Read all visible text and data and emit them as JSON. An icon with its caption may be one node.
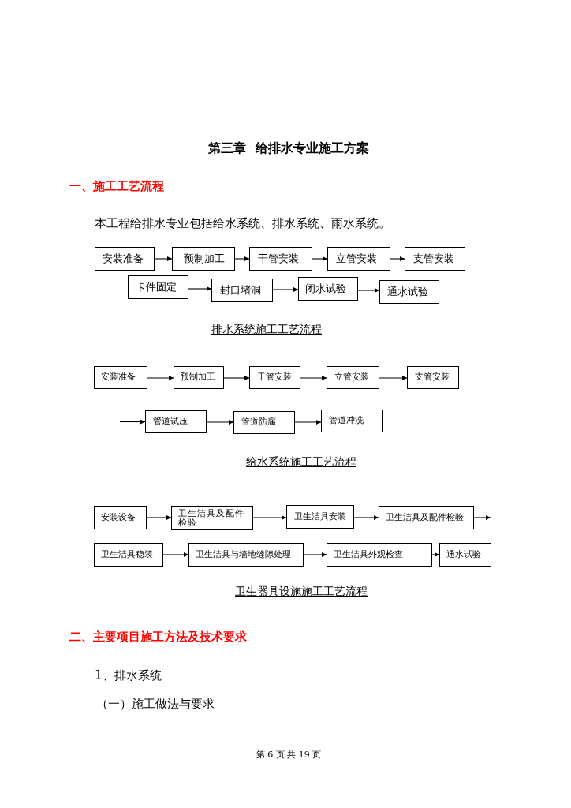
{
  "diagram": {
    "title": "第三章  给排水专业施工方案",
    "nodes": [
      {
        "text": [
          "安装准备"
        ]
      },
      {
        "text": [
          "预制加工"
        ]
      },
      {
        "text": [
          "干管安装"
        ]
      },
      {
        "text": [
          "立管安装"
        ]
      },
      {
        "text": [
          "支管安装"
        ]
      },
      {
        "text": [
          "卡件固定"
        ]
      },
      {
        "text": [
          "封口堵洞"
        ]
      },
      {
        "text": [
          "闭水试验"
        ]
      },
      {
        "text": [
          "通水试验"
        ]
      },
      {
        "text": [
          "安装准备"
        ]
      },
      {
        "text": [
          "预制加工"
        ]
      },
      {
        "text": [
          "干管安装"
        ]
      },
      {
        "text": [
          "立管安装"
        ]
      },
      {
        "text": [
          "支管安装"
        ]
      },
      {
        "text": [
          "管道试压"
        ]
      },
      {
        "text": [
          "管道防腐"
        ]
      },
      {
        "text": [
          "管道冲洗"
        ]
      },
      {
        "text": [
          "安装设备"
        ]
      },
      {
        "text": [
          "卫生洁具及配件检验"
        ]
      },
      {
        "text": [
          "卫生洁具安装"
        ]
      },
      {
        "text": [
          "卫生洁具及配件检验"
        ]
      },
      {
        "text": [
          "卫生洁具稳装"
        ]
      },
      {
        "text": [
          "卫生洁具与墙地缝隙处理"
        ]
      },
      {
        "text": [
          "卫生洁具外观检查"
        ]
      },
      {
        "text": [
          "通水试验"
        ]
      }
    ],
    "edges": [
      {
        "from": 0,
        "to": 1,
        "arrow": "to"
      },
      {
        "from": 1,
        "to": 2,
        "arrow": "to"
      },
      {
        "from": 2,
        "to": 3,
        "arrow": "to"
      },
      {
        "from": 3,
        "to": 4,
        "arrow": "to"
      },
      {
        "from": 5,
        "to": 6,
        "arrow": "to"
      },
      {
        "from": 6,
        "to": 7,
        "arrow": "to"
      },
      {
        "from": 7,
        "to": 8,
        "arrow": "to"
      },
      {
        "from": 9,
        "to": 10,
        "arrow": "to"
      },
      {
        "from": 10,
        "to": 11,
        "arrow": "to"
      },
      {
        "from": 11,
        "to": 12,
        "arrow": "to"
      },
      {
        "from": 12,
        "to": 13,
        "arrow": "to"
      },
      {
        "from": null,
        "to": 14,
        "arrow": "to"
      },
      {
        "from": 14,
        "to": 15,
        "arrow": "to"
      },
      {
        "from": 15,
        "to": 16,
        "arrow": "to"
      },
      {
        "from": 17,
        "to": 18,
        "arrow": "to"
      },
      {
        "from": 18,
        "to": 19,
        "arrow": "to"
      },
      {
        "from": 19,
        "to": 20,
        "arrow": "to"
      },
      {
        "from": 20,
        "to": null,
        "arrow": "to"
      },
      {
        "from": 21,
        "to": 22,
        "arrow": "to"
      },
      {
        "from": 22,
        "to": 23,
        "arrow": "to"
      },
      {
        "from": 23,
        "to": 24,
        "arrow": "to"
      }
    ],
    "labels": [
      "一、施工工艺流程",
      "本工程给排水专业包括给水系统、排水系统、雨水系统。",
      "排水系统施工工艺流程",
      "给水系统施工工艺流程",
      "卫生器具设施施工工艺流程",
      "二、主要项目施工方法及技术要求",
      "1、排水系统",
      "（一）施工做法与要求",
      "第 6 页 共 19 页"
    ]
  }
}
